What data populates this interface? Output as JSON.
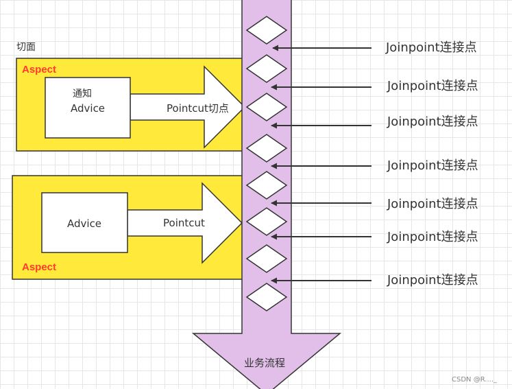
{
  "diagram": {
    "section_label": "切面",
    "aspect_top": {
      "label": "Aspect",
      "advice_line1": "通知",
      "advice_line2": "Advice",
      "pointcut_label": "Pointcut切点"
    },
    "aspect_bottom": {
      "label": "Aspect",
      "advice_label": "Advice",
      "pointcut_label": "Pointcut"
    },
    "flow_label": "业务流程",
    "joinpoints": [
      "Joinpoint连接点",
      "Joinpoint连接点",
      "Joinpoint连接点",
      "Joinpoint连接点",
      "Joinpoint连接点",
      "Joinpoint连接点",
      "Joinpoint连接点"
    ],
    "watermark": "CSDN @R...._"
  },
  "colors": {
    "aspect_fill": "#ffe93b",
    "flow_fill": "#e1bfe8",
    "stroke": "#333333",
    "aspect_label": "#ff3b30"
  }
}
